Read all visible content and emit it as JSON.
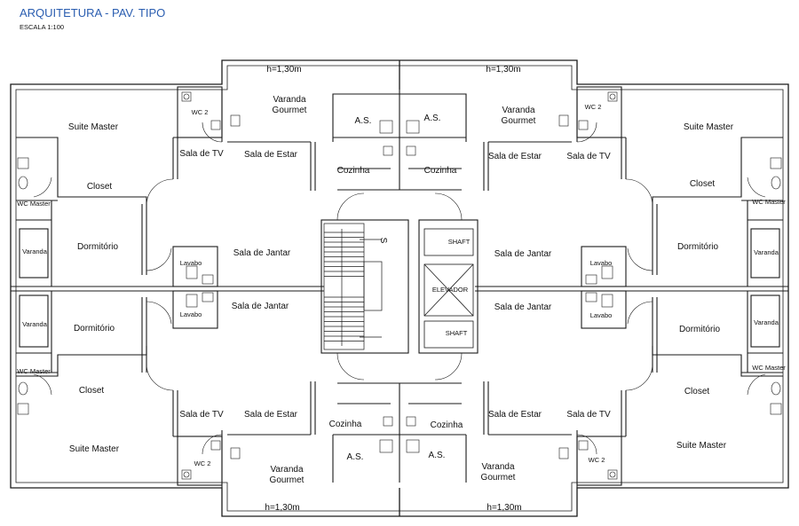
{
  "title": "ARQUITETURA - PAV. TIPO",
  "subtitle": "ESCALA 1:100",
  "colors": {
    "title": "#2a5db0",
    "line": "#1a1a1a"
  },
  "rooms": {
    "suite_master": "Suite Master",
    "closet": "Closet",
    "wc_master": "WC Master",
    "dormitorio": "Dormitório",
    "varanda": "Varanda",
    "lavabo": "Lavabo",
    "wc2": "WC 2",
    "sala_tv": "Sala de TV",
    "sala_estar": "Sala de Estar",
    "sala_jantar": "Sala de Jantar",
    "cozinha": "Cozinha",
    "as": "A.S.",
    "varanda_gourmet_1": "Varanda",
    "varanda_gourmet_2": "Gourmet",
    "height": "h=1,30m",
    "shaft": "SHAFT",
    "elevador": "ELEVADOR",
    "stair_mark": "S"
  }
}
